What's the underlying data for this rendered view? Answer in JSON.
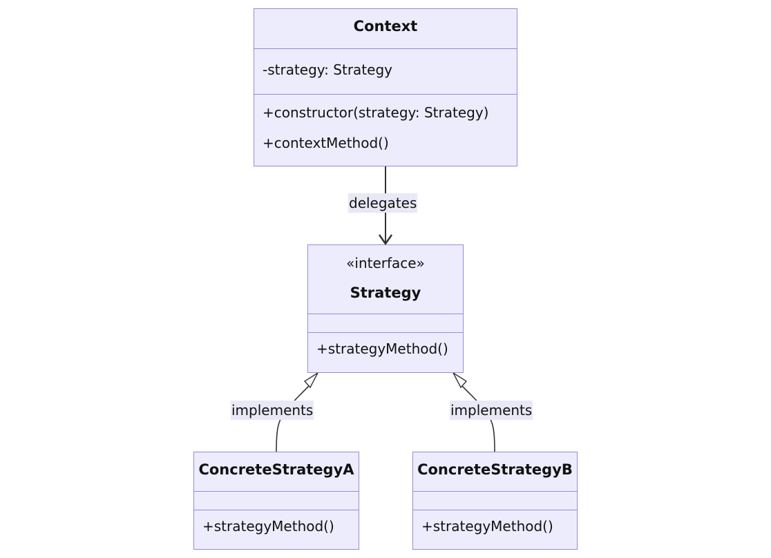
{
  "classes": {
    "context": {
      "name": "Context",
      "attributes": [
        "-strategy: Strategy"
      ],
      "methods": [
        "+constructor(strategy: Strategy)",
        "+contextMethod()"
      ]
    },
    "strategy": {
      "stereotype": "«interface»",
      "name": "Strategy",
      "attributes": [],
      "methods": [
        "+strategyMethod()"
      ]
    },
    "concrete_a": {
      "name": "ConcreteStrategyA",
      "attributes": [],
      "methods": [
        "+strategyMethod()"
      ]
    },
    "concrete_b": {
      "name": "ConcreteStrategyB",
      "attributes": [],
      "methods": [
        "+strategyMethod()"
      ]
    }
  },
  "relations": [
    {
      "from": "Context",
      "to": "Strategy",
      "type": "association",
      "label": "delegates"
    },
    {
      "from": "ConcreteStrategyA",
      "to": "Strategy",
      "type": "realization",
      "label": "implements"
    },
    {
      "from": "ConcreteStrategyB",
      "to": "Strategy",
      "type": "realization",
      "label": "implements"
    }
  ],
  "colors": {
    "box_fill": "#ececfd",
    "box_border": "#9b87d8",
    "edge": "#333333",
    "label_bg": "#e8e8f6"
  }
}
